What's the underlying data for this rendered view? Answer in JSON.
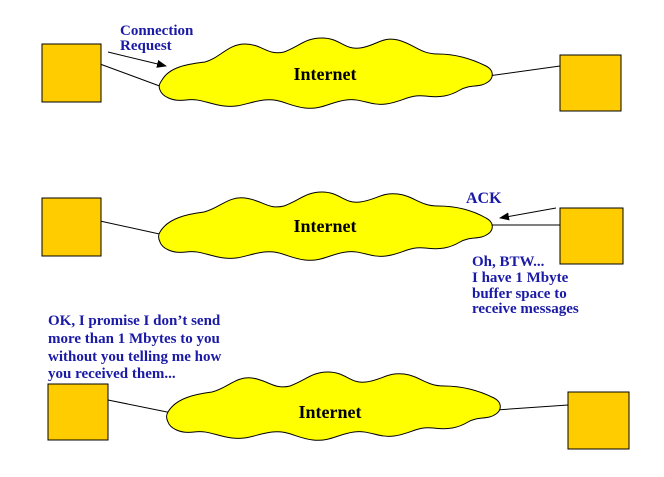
{
  "colors": {
    "host_fill": "#ffcc00",
    "cloud_fill": "#ffff00",
    "label_text": "#1a1aa6",
    "outline": "#000000"
  },
  "scene1": {
    "cloud_label": "Internet",
    "request_label_line1": "Connection",
    "request_label_line2": "Request"
  },
  "scene2": {
    "cloud_label": "Internet",
    "ack_label": "ACK",
    "note_line1": "Oh, BTW...",
    "note_line2": "I have 1 Mbyte",
    "note_line3": "buffer space to",
    "note_line4": "receive messages"
  },
  "scene3": {
    "cloud_label": "Internet",
    "promise_line1": "OK, I promise I don’t send",
    "promise_line2": "more than 1 Mbytes to you",
    "promise_line3": "without you telling me how",
    "promise_line4": "you received them..."
  }
}
